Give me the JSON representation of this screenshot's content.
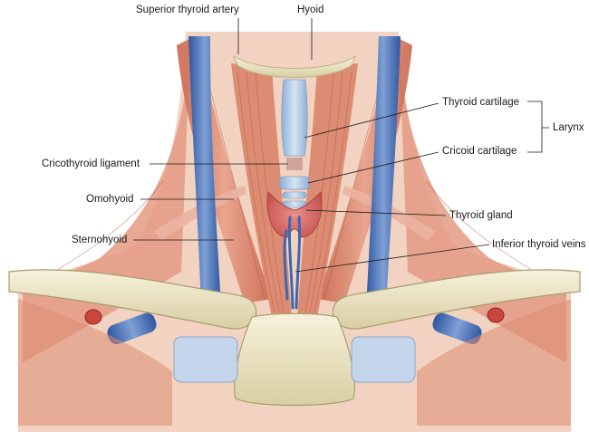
{
  "labels": {
    "superior_thyroid_artery": "Superior thyroid artery",
    "hyoid": "Hyoid",
    "thyroid_cartilage": "Thyroid cartilage",
    "larynx": "Larynx",
    "cricoid_cartilage": "Cricoid cartilage",
    "cricothyroid_ligament": "Cricothyroid ligament",
    "omohyoid": "Omohyoid",
    "thyroid_gland": "Thyroid gland",
    "sternohyoid": "Sternohyoid",
    "inferior_thyroid_veins": "Inferior thyroid veins"
  },
  "colors": {
    "muscle": "#d9826a",
    "muscle_light": "#e9a58d",
    "muscle_dark": "#b9553f",
    "vein": "#3f67b0",
    "vein_light": "#7fa0d6",
    "bone": "#ece5c3",
    "bone_shadow": "#c9bf93",
    "cartilage": "#b8cde6",
    "gland": "#d46a68",
    "skin": "#f3d4c3"
  }
}
